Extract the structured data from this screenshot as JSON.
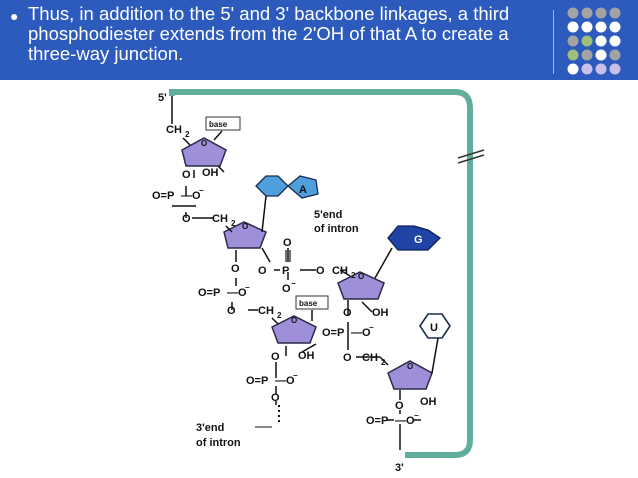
{
  "slide": {
    "bullet_text": "Thus, in addition to the 5' and 3' backbone linkages, a third phosphodiester extends from the 2'OH of that A to create a three-way junction."
  },
  "colors": {
    "header_bg": "#2d5bbd",
    "sugar_fill": "#9f8fd8",
    "adenine_fill": "#4f9fdc",
    "guanine_fill": "#1f44a6",
    "backbone_line": "#62ae9c",
    "dot_gray": "#a3a3a3",
    "dot_white": "#ffffff",
    "dot_green": "#9fbf7a",
    "dot_lavender": "#c9bfe8"
  },
  "diagram": {
    "five_prime": "5'",
    "three_prime": "3'",
    "ch2": "CH",
    "ch2_sub": "2",
    "ring_o": "O",
    "oh": "OH",
    "o": "O",
    "o_minus": "O",
    "o_double": "O=P",
    "p": "P",
    "base": "base",
    "A": "A",
    "G": "G",
    "U": "U",
    "five_end_line1": "5'end",
    "five_end_line2": "of intron",
    "three_end_line1": "3'end",
    "three_end_line2": "of intron"
  },
  "decor_dots": [
    [
      "gray",
      "gray",
      "gray",
      "gray"
    ],
    [
      "white",
      "white",
      "white",
      "white"
    ],
    [
      "gray",
      "green",
      "white",
      "white"
    ],
    [
      "green",
      "gray",
      "white",
      "gray"
    ],
    [
      "white",
      "lavender",
      "lavender",
      "lavender"
    ]
  ]
}
